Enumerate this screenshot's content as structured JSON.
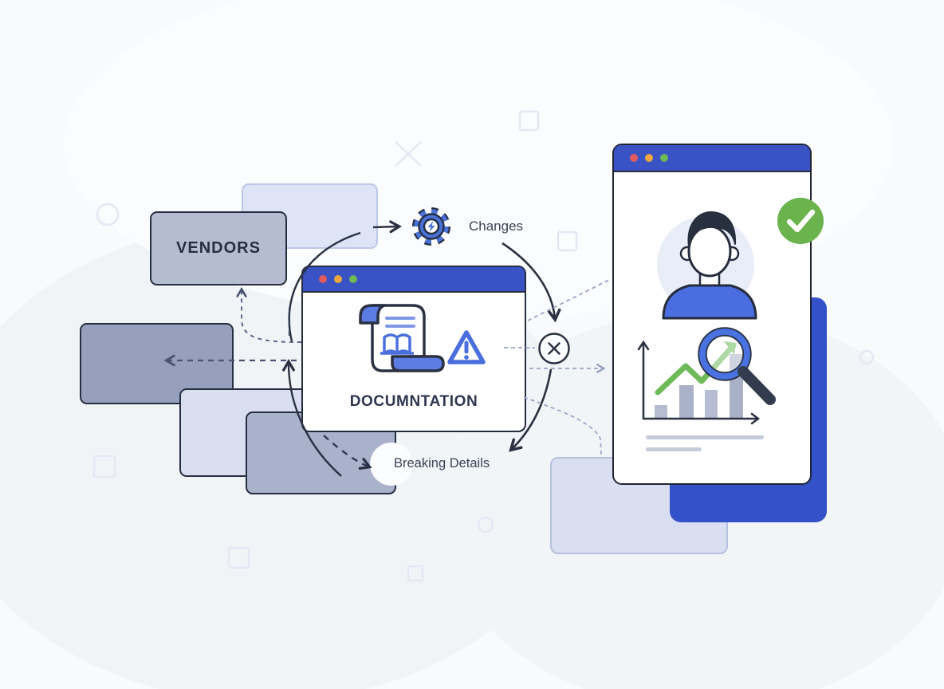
{
  "illustration": {
    "vendors_label": "VENDORS",
    "documentation_label": "DOCUMNTATION",
    "changes_label": "Changes",
    "breaking_details_label": "Breaking Details"
  },
  "colors": {
    "background": "#f8fafb",
    "titlebar_blue": "#3952c4",
    "accent_blue": "#4a6fdd",
    "deep_blue_card": "#3351c9",
    "success_green": "#6ab34d",
    "trend_green": "#6cbb58",
    "dark_outline": "#262e42",
    "card_gray": "#96a0bc",
    "card_medium": "#a9b1cb",
    "card_light": "#d9dff0",
    "card_lavender_back": "#dee4f5",
    "dot_red": "#e25c5c",
    "dot_yellow": "#eda73f",
    "dot_green": "#6cb956",
    "label_text": "#3a4258"
  }
}
